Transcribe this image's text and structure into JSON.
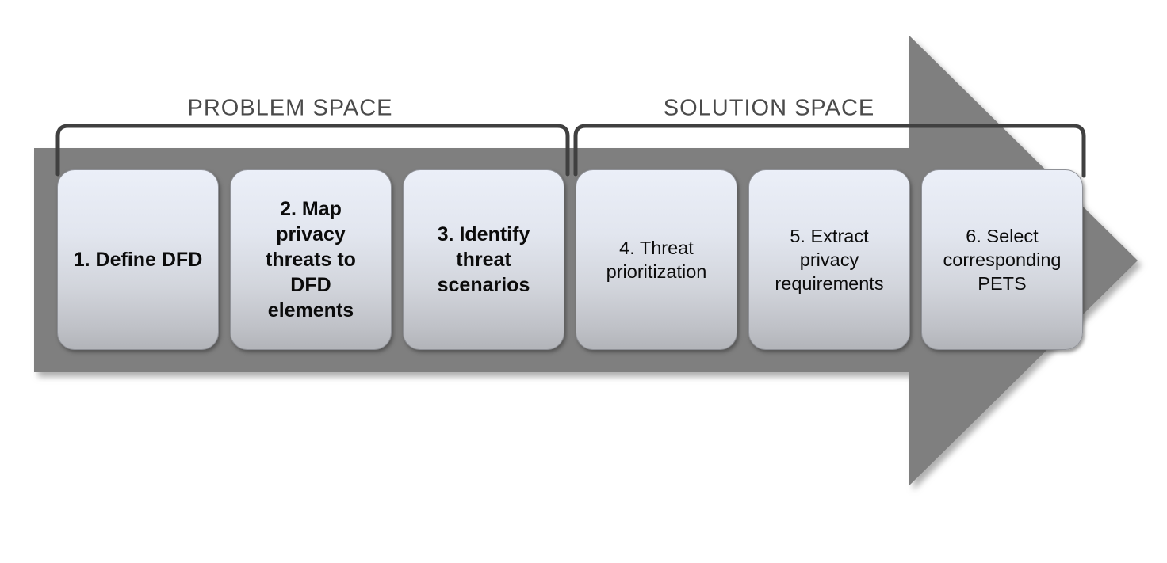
{
  "diagram": {
    "problem_space_label": "PROBLEM SPACE",
    "solution_space_label": "SOLUTION SPACE",
    "steps": [
      {
        "id": 1,
        "space": "problem",
        "label": "1. Define DFD"
      },
      {
        "id": 2,
        "space": "problem",
        "label": "2. Map\nprivacy\nthreats to\nDFD\nelements"
      },
      {
        "id": 3,
        "space": "problem",
        "label": "3. Identify\nthreat\nscenarios"
      },
      {
        "id": 4,
        "space": "solution",
        "label": "4. Threat\nprioritization"
      },
      {
        "id": 5,
        "space": "solution",
        "label": "5. Extract\nprivacy\nrequirements"
      },
      {
        "id": 6,
        "space": "solution",
        "label": "6. Select\ncorresponding\nPETS"
      }
    ],
    "colors": {
      "arrow": "#7f7f7f",
      "bracket": "#404040",
      "space_label_text": "#4a4a4a",
      "box_top": "#ebeff8",
      "box_bottom": "#b2b4b9",
      "box_text": "#0b0b0b"
    }
  }
}
